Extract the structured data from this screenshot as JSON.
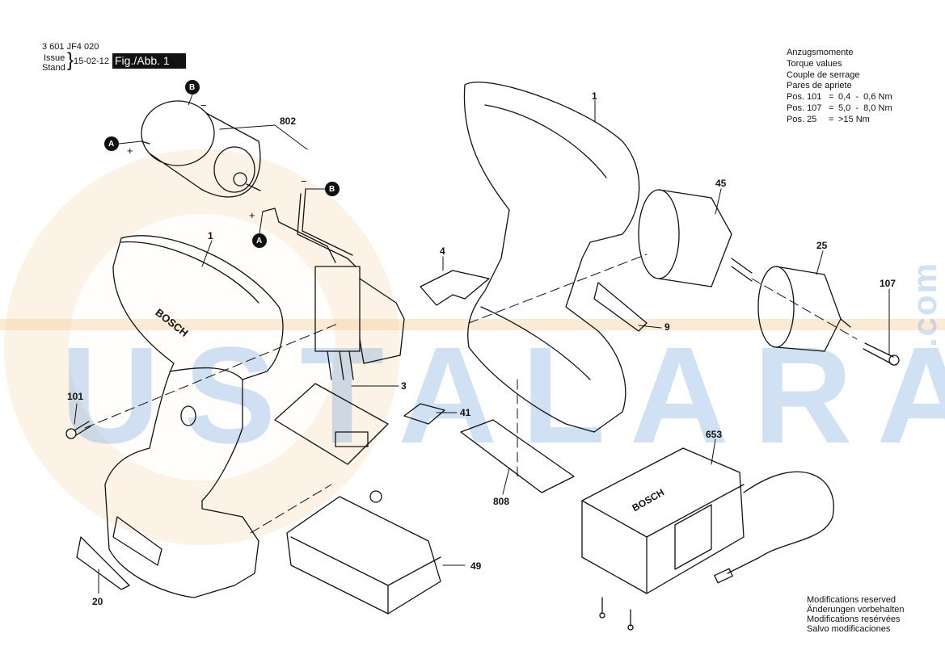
{
  "header": {
    "part_number": "3 601 JF4 020",
    "issue_label": "Issue",
    "stand_label": "Stand",
    "date": "15-02-12",
    "figure": "Fig./Abb. 1"
  },
  "torque": {
    "lines": [
      "Anzugsmomente",
      "Torque values",
      "Couple de serrage",
      "Pares de apriete"
    ],
    "specs": [
      {
        "pos": "Pos. 101",
        "eq": "=",
        "value": "0,4  -  0,6 Nm"
      },
      {
        "pos": "Pos. 107",
        "eq": "=",
        "value": "5,0  -  8,0 Nm"
      },
      {
        "pos": "Pos. 25",
        "eq": "=",
        "value": ">15 Nm"
      }
    ]
  },
  "modifications": [
    "Modifications reserved",
    "Änderungen vorbehalten",
    "Modifications resérvées",
    "Salvo modificaciones"
  ],
  "callouts": {
    "c802": "802",
    "c1_left": "1",
    "c1_right": "1",
    "c45": "45",
    "c25": "25",
    "c107": "107",
    "c4": "4",
    "c9": "9",
    "c3": "3",
    "c41": "41",
    "c101": "101",
    "c808": "808",
    "c653": "653",
    "c49": "49",
    "c20": "20"
  },
  "terminals": {
    "a": "A",
    "b": "B",
    "plus": "+",
    "minus": "−"
  },
  "brand_logo": "BOSCH",
  "watermark": {
    "text": "USTALARA",
    "suffix": ".com"
  },
  "colors": {
    "line": "#111111",
    "watermark_blue": "#8fb8e0",
    "watermark_orange": "#f3c58a"
  }
}
